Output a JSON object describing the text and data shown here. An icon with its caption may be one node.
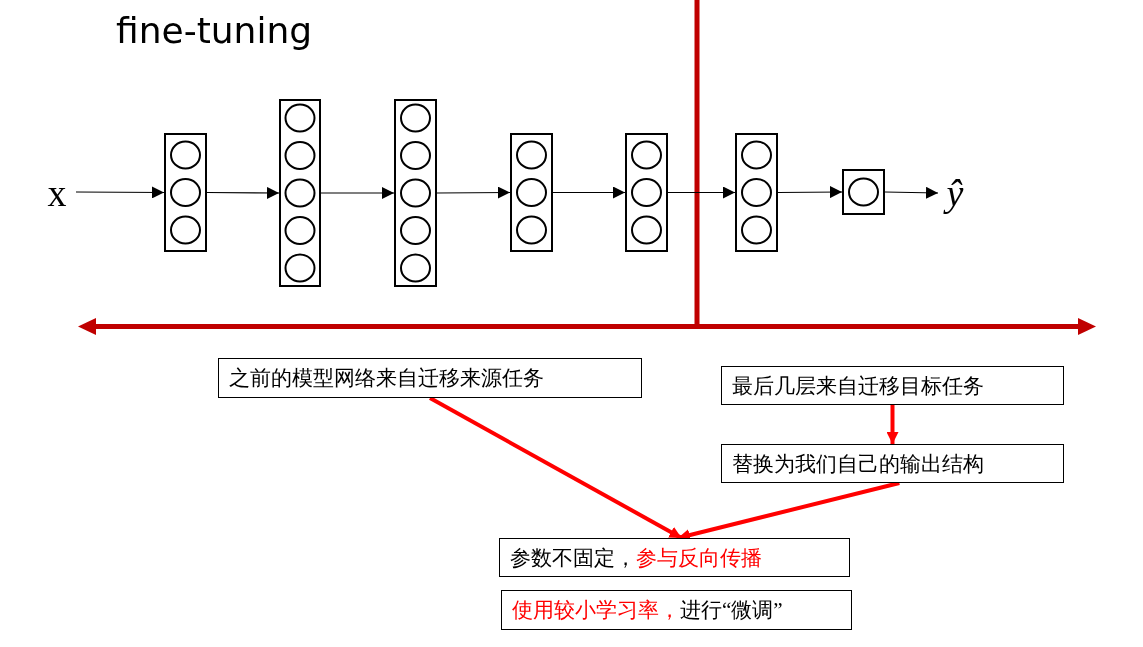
{
  "diagram": {
    "title": "fine-tuning",
    "nodes": [
      {
        "text": [
          "x"
        ]
      },
      {
        "text": [],
        "shape": "box"
      },
      {
        "text": [],
        "shape": "box"
      },
      {
        "text": [],
        "shape": "box"
      },
      {
        "text": [],
        "shape": "box"
      },
      {
        "text": [],
        "shape": "box"
      },
      {
        "text": [],
        "shape": "box"
      },
      {
        "text": [],
        "shape": "box"
      },
      {
        "text": [
          "ŷ"
        ]
      },
      {
        "text": [
          "之前的模型网络来自迁移来源任务"
        ]
      },
      {
        "text": [
          "最后几层来自迁移目标任务"
        ]
      },
      {
        "text": [
          "替换为我们自己的输出结构"
        ]
      },
      {
        "text": [
          "参数不固定，",
          "参与反向传播"
        ]
      },
      {
        "text": [
          "使用较小学习率，",
          "进行“微调”"
        ]
      }
    ],
    "edges": [
      {
        "from": 0,
        "to": 1,
        "arrow": "to"
      },
      {
        "from": 1,
        "to": 2,
        "arrow": "to"
      },
      {
        "from": 2,
        "to": 3,
        "arrow": "to"
      },
      {
        "from": 3,
        "to": 4,
        "arrow": "to"
      },
      {
        "from": 4,
        "to": 5,
        "arrow": "to"
      },
      {
        "from": 5,
        "to": 6,
        "arrow": "to"
      },
      {
        "from": 6,
        "to": 7,
        "arrow": "to"
      },
      {
        "from": 7,
        "to": 8,
        "arrow": "to"
      },
      {
        "from": 9,
        "to": 12,
        "arrow": "to",
        "style": "thick",
        "color": "#ff0000"
      },
      {
        "from": 10,
        "to": 11,
        "arrow": "to",
        "style": "thick",
        "color": "#ff0000"
      },
      {
        "from": 11,
        "to": 12,
        "arrow": "to",
        "style": "thick",
        "color": "#ff0000"
      }
    ]
  }
}
